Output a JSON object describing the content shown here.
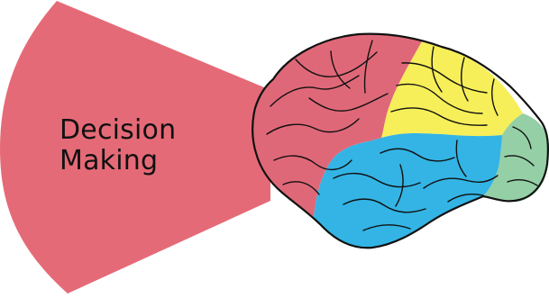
{
  "label": {
    "line1": "Decision",
    "line2": "Making"
  },
  "colors": {
    "beam": "#e56a77",
    "frontal_lobe": "#df6878",
    "parietal_lobe": "#f7ef59",
    "temporal_lobe": "#33b4e5",
    "occipital_lobe": "#95cfa6",
    "outline": "#111111",
    "label_text": "#111111"
  },
  "diagram": {
    "type": "brain-region-illustration",
    "highlighted_region": "frontal-lobe"
  }
}
